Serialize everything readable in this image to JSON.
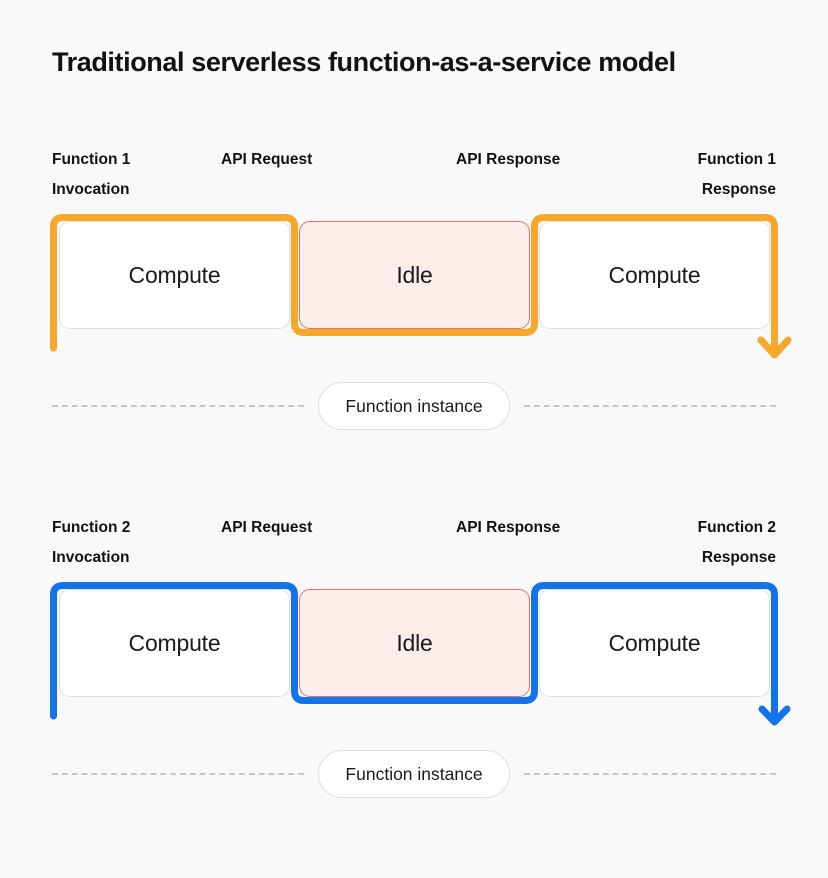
{
  "title": "Traditional serverless function-as-a-service model",
  "colors": {
    "background": "#f9f9f9",
    "text": "#121212",
    "row1_accent": "#f7a72a",
    "row2_accent": "#1273ea",
    "idle_fill": "#fdeeec",
    "idle_border": "#e2746c",
    "compute_fill": "#ffffff",
    "compute_border": "#dedede",
    "dash": "#c6c6c6",
    "pill_border": "#e0e0e0"
  },
  "rows": [
    {
      "id": "function-1",
      "accent": "#f7a72a",
      "labels": [
        "Function 1\nInvocation",
        "API Request",
        "API Response",
        "Function 1\nResponse"
      ],
      "boxes": [
        {
          "label": "Compute",
          "state": "compute"
        },
        {
          "label": "Idle",
          "state": "idle"
        },
        {
          "label": "Compute",
          "state": "compute"
        }
      ],
      "instance_label": "Function instance"
    },
    {
      "id": "function-2",
      "accent": "#1273ea",
      "labels": [
        "Function 2\nInvocation",
        "API Request",
        "API Response",
        "Function 2\nResponse"
      ],
      "boxes": [
        {
          "label": "Compute",
          "state": "compute"
        },
        {
          "label": "Idle",
          "state": "idle"
        },
        {
          "label": "Compute",
          "state": "compute"
        }
      ],
      "instance_label": "Function instance"
    }
  ]
}
